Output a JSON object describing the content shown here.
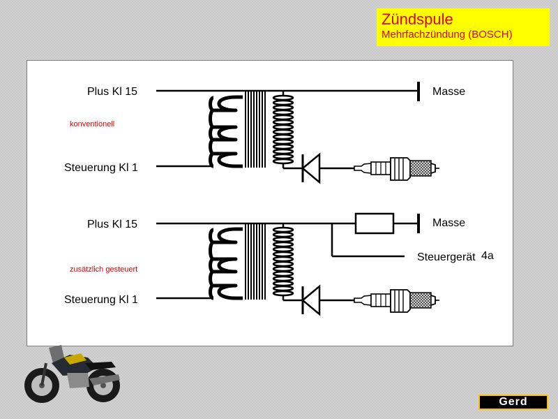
{
  "title": {
    "main": "Zündspule",
    "sub": "Mehrfachzündung (BOSCH)"
  },
  "diagram_top": {
    "label_plus": "Plus Kl 15",
    "label_control": "Steuerung Kl 1",
    "label_ground": "Masse",
    "mode": "konventionell"
  },
  "diagram_bottom": {
    "label_plus": "Plus Kl 15",
    "label_control": "Steuerung Kl 1",
    "label_ground": "Masse",
    "label_ecu": "Steuergerät",
    "label_ecu_pin": "4a",
    "mode": "zusätzlich gesteuert"
  },
  "logo": {
    "text": "Gerd"
  },
  "colors": {
    "title_bg": "#ffff00",
    "title_text": "#e00000",
    "mode_text": "#e00000",
    "logo_border": "#ffc000"
  }
}
